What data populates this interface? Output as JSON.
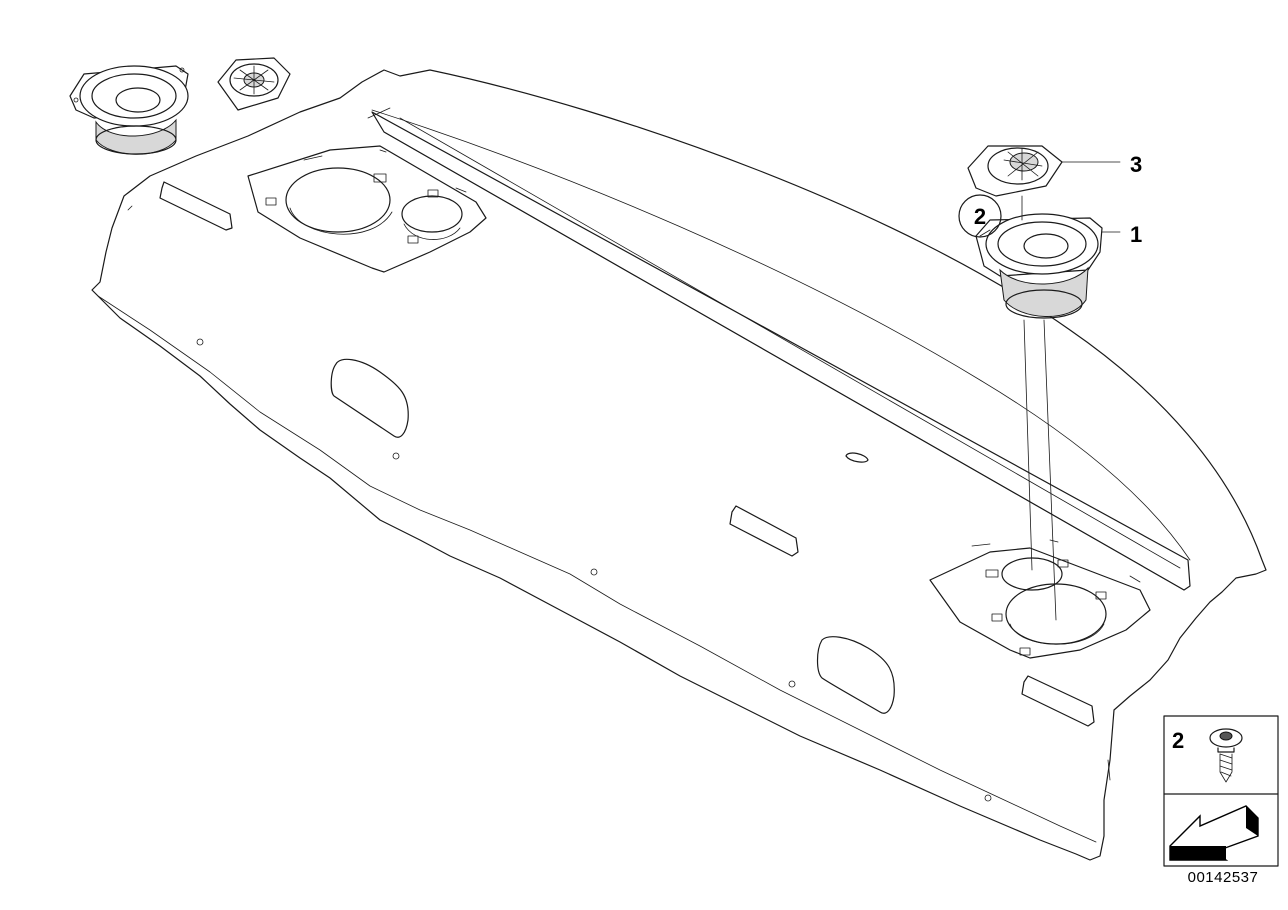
{
  "callouts": {
    "speaker_1": "1",
    "screw_2": "2",
    "tweeter_3": "3",
    "legend_screw": "2"
  },
  "diagram_number": "00142537",
  "colors": {
    "line": "#1a1a1a",
    "background": "#ffffff",
    "arrow_fill": "#000000"
  }
}
